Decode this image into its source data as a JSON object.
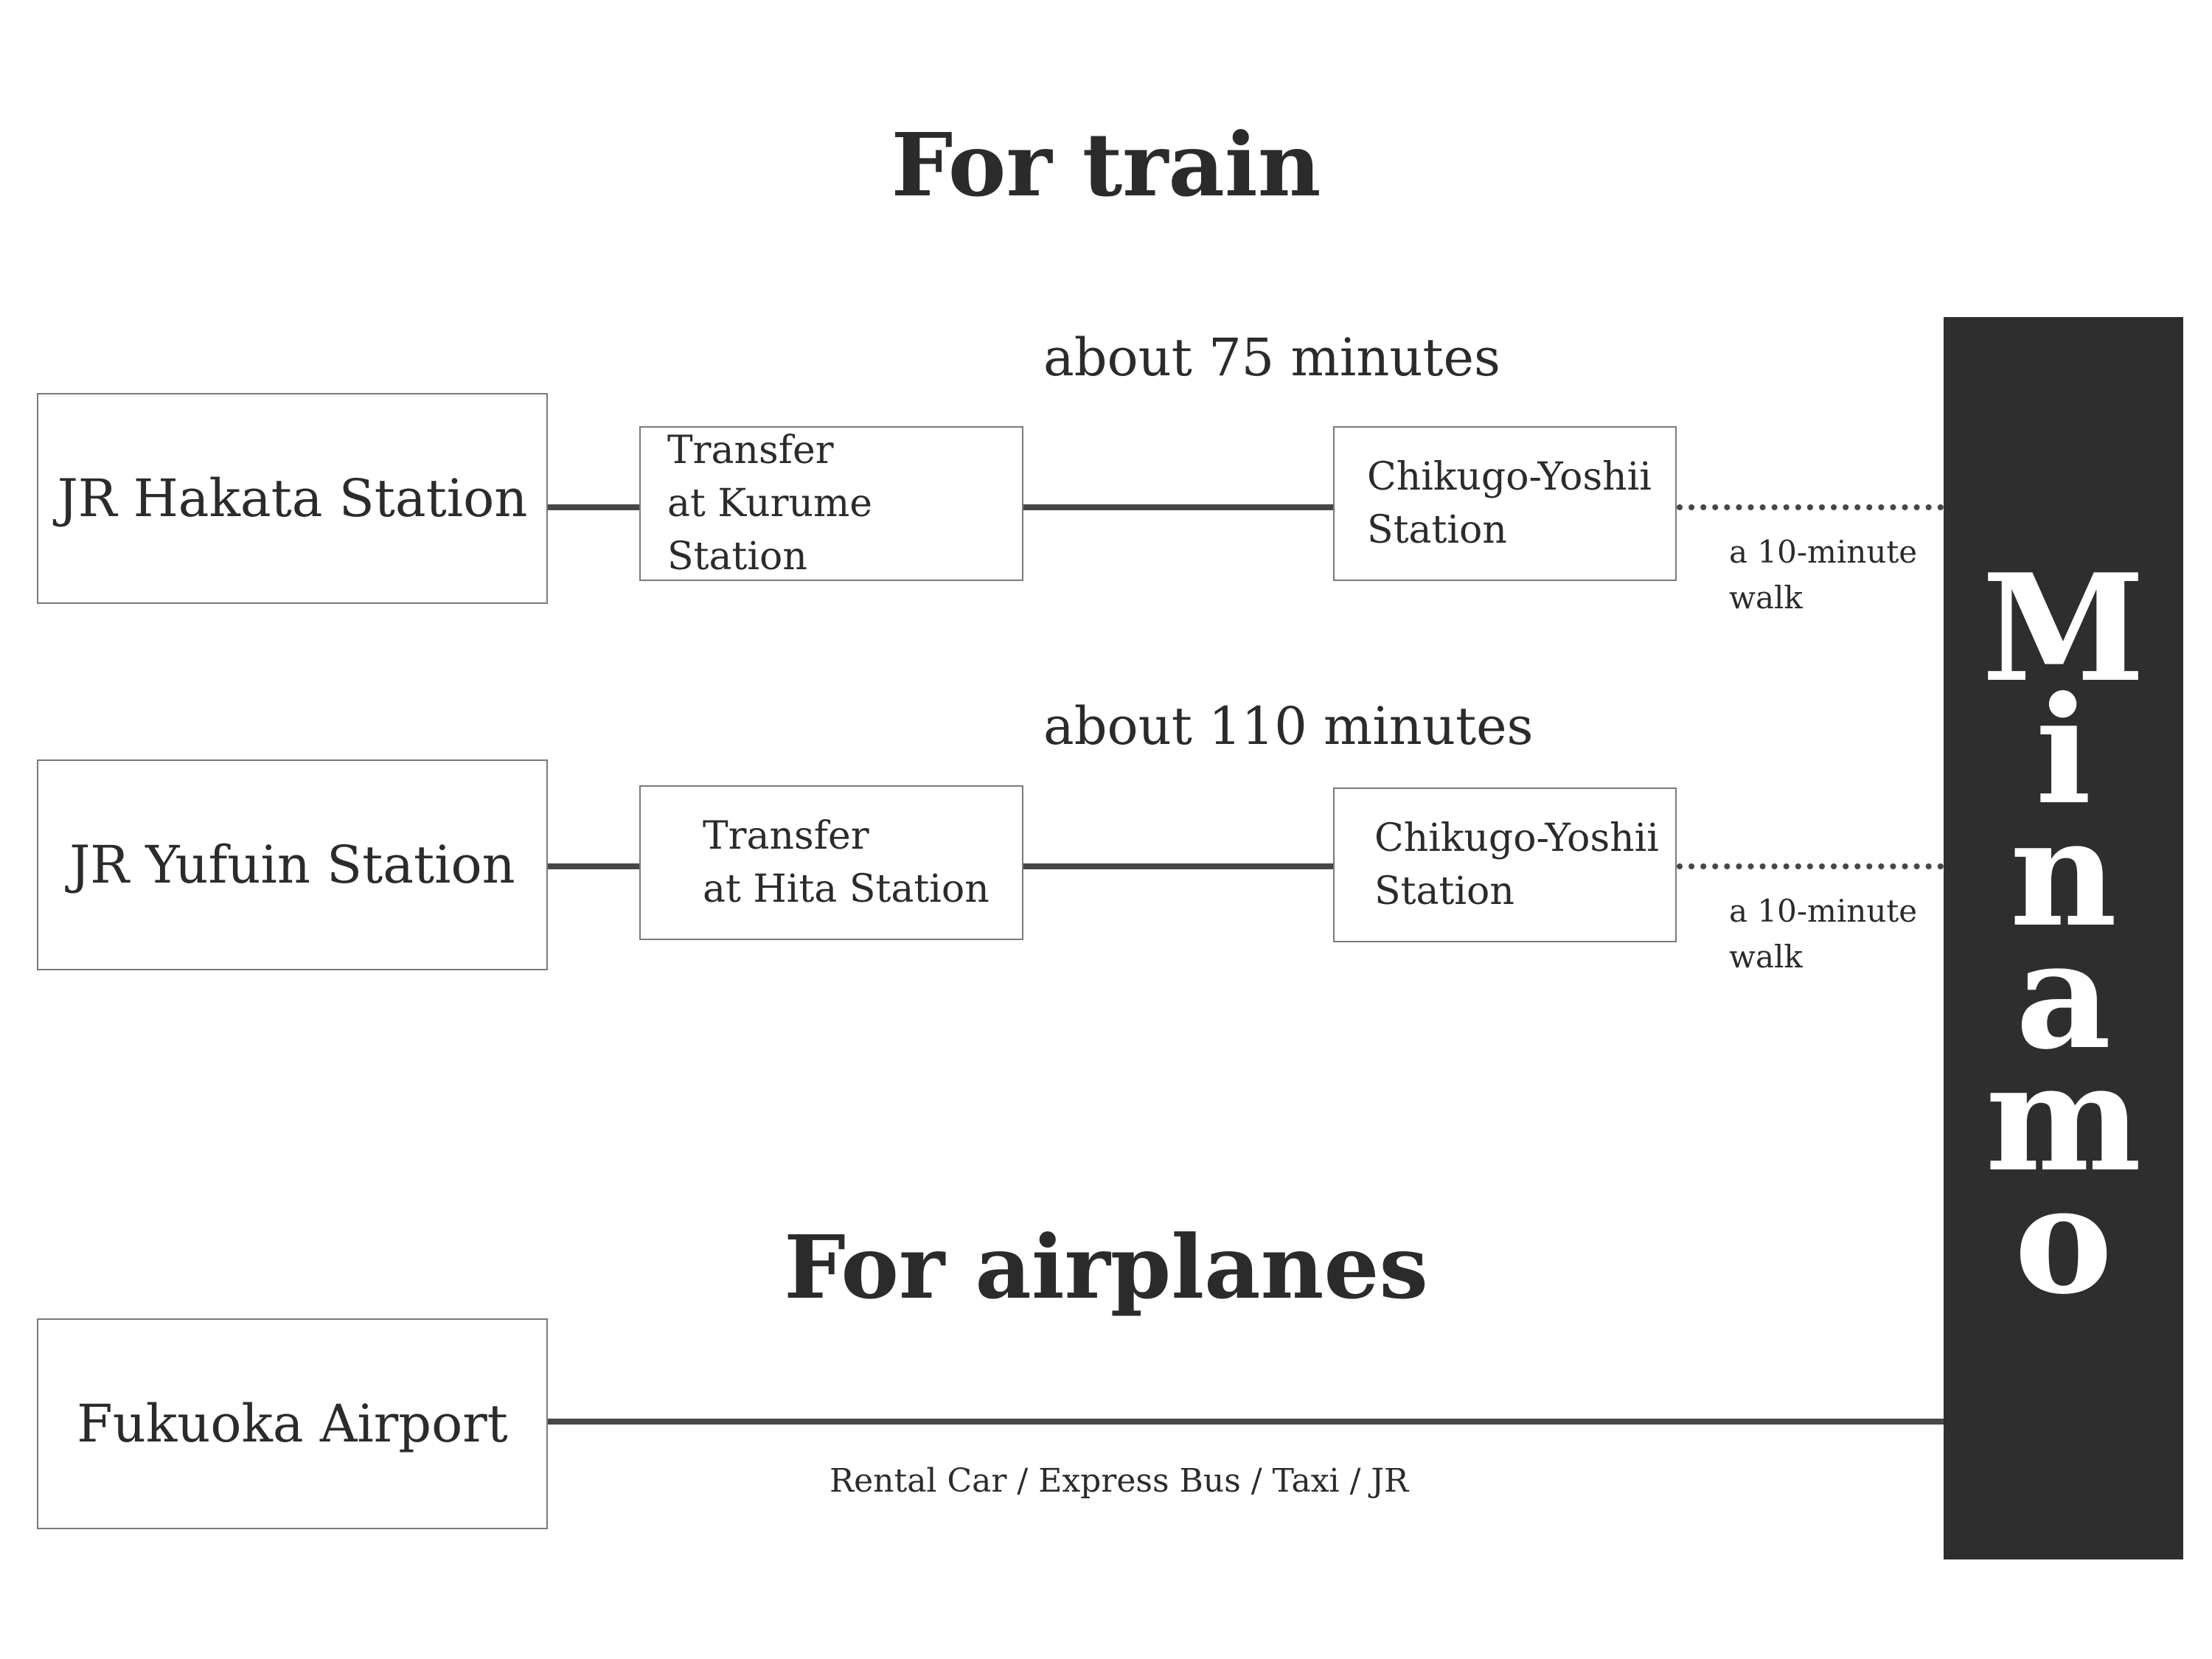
{
  "train": {
    "heading": "For train",
    "routes": [
      {
        "origin": "JR Hakata Station",
        "transfer": "Transfer\nat Kurume Station",
        "arrival": "Chikugo-Yoshii\nStation",
        "duration": "about 75 minutes",
        "walk": "a 10-minute\nwalk"
      },
      {
        "origin": "JR Yufuin Station",
        "transfer": "Transfer\nat Hita Station",
        "arrival": "Chikugo-Yoshii\nStation",
        "duration": "about 110 minutes",
        "walk": "a 10-minute\nwalk"
      }
    ]
  },
  "airplanes": {
    "heading": "For airplanes",
    "origin": "Fukuoka Airport",
    "modes": "Rental Car / Express Bus / Taxi / JR"
  },
  "destination": {
    "name": "Minamo",
    "letters": [
      "M",
      "i",
      "n",
      "a",
      "m",
      "o"
    ]
  }
}
